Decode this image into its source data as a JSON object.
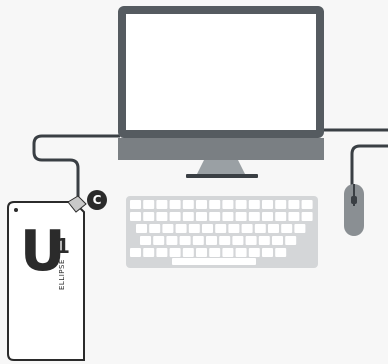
{
  "device": {
    "brand_mark": "U",
    "brand_sup": "1",
    "vertical_text": "ELLIPSE"
  },
  "badge": {
    "letter": "C"
  },
  "colors": {
    "monitor_frame": "#555b60",
    "screen": "#ffffff",
    "chin": "#7a7f83",
    "stand": "#9aa0a4",
    "keyboard": "#d4d6d8",
    "key": "#ffffff",
    "cable": "#3a3f44",
    "mouse": "#8a8f93",
    "device_body": "#ffffff",
    "device_outline": "#2b2b2b"
  },
  "icons": [
    "monitor-icon",
    "keyboard-icon",
    "mouse-icon",
    "usb-device-icon",
    "c-badge-icon"
  ]
}
